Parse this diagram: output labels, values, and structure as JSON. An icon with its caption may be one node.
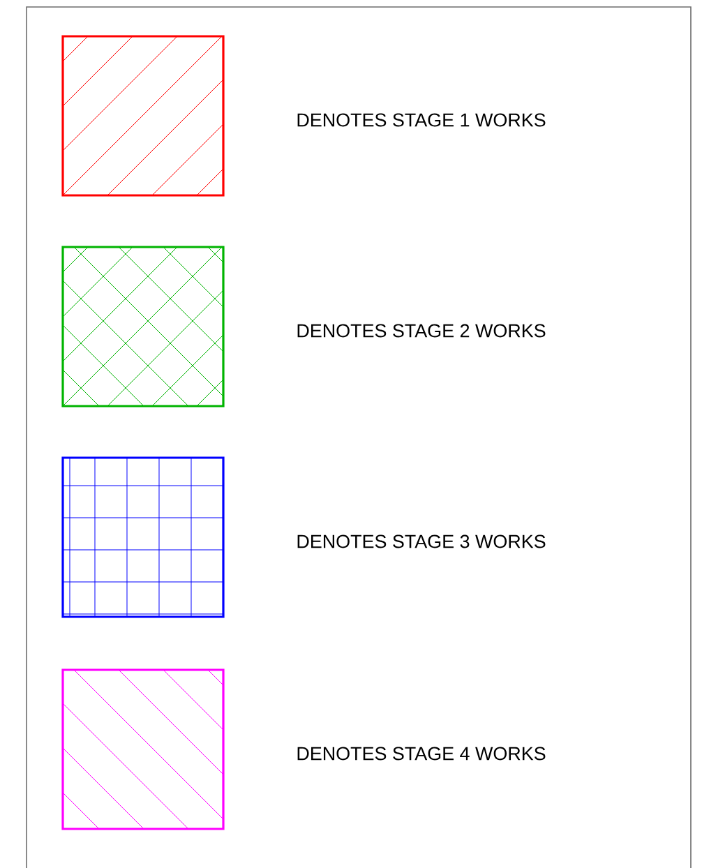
{
  "diagram": {
    "legend": [
      {
        "text": "DENOTES STAGE 1 WORKS",
        "color": "#ff0000"
      },
      {
        "text": "DENOTES STAGE 2 WORKS",
        "color": "#00b400"
      },
      {
        "text": "DENOTES STAGE 3 WORKS",
        "color": "#0000ff"
      },
      {
        "text": "DENOTES STAGE 4 WORKS",
        "color": "#ff00ff"
      }
    ]
  }
}
